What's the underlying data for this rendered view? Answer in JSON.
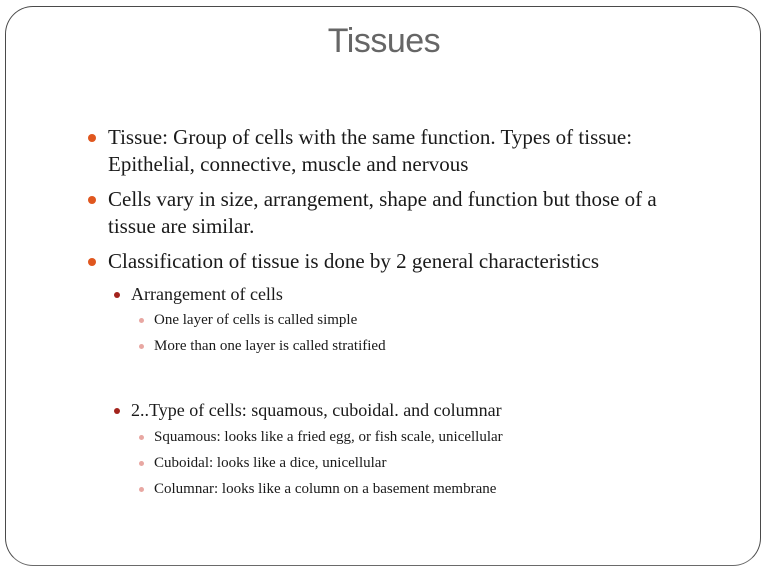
{
  "slide": {
    "title": "Tissues",
    "colors": {
      "bullet_level1": "#e0571f",
      "bullet_level2": "#a3231c",
      "bullet_level3": "#e8a7a2",
      "title": "#666666",
      "text": "#1a1a1a",
      "frame": "#4a4a4a"
    },
    "bullets": [
      {
        "level": 1,
        "lines": [
          "Tissue: Group of cells with the same function. Types of tissue:",
          "Epithelial, connective,  muscle and nervous"
        ]
      },
      {
        "level": 1,
        "lines": [
          "Cells vary in size, arrangement, shape and function but those of a",
          "tissue are similar."
        ]
      },
      {
        "level": 1,
        "lines": [
          "Classification of tissue is done by 2 general characteristics"
        ]
      },
      {
        "level": 2,
        "text": "Arrangement of cells"
      },
      {
        "level": 3,
        "text": "One layer of cells is called simple"
      },
      {
        "level": 3,
        "text": "More than one layer is called stratified"
      },
      {
        "level": 2,
        "text": "2..Type of cells: squamous, cuboidal. and columnar"
      },
      {
        "level": 3,
        "text": "Squamous: looks like a fried egg, or fish scale, unicellular"
      },
      {
        "level": 3,
        "text": "Cuboidal: looks like a dice, unicellular"
      },
      {
        "level": 3,
        "text": "Columnar: looks like a column on a basement membrane"
      }
    ]
  }
}
